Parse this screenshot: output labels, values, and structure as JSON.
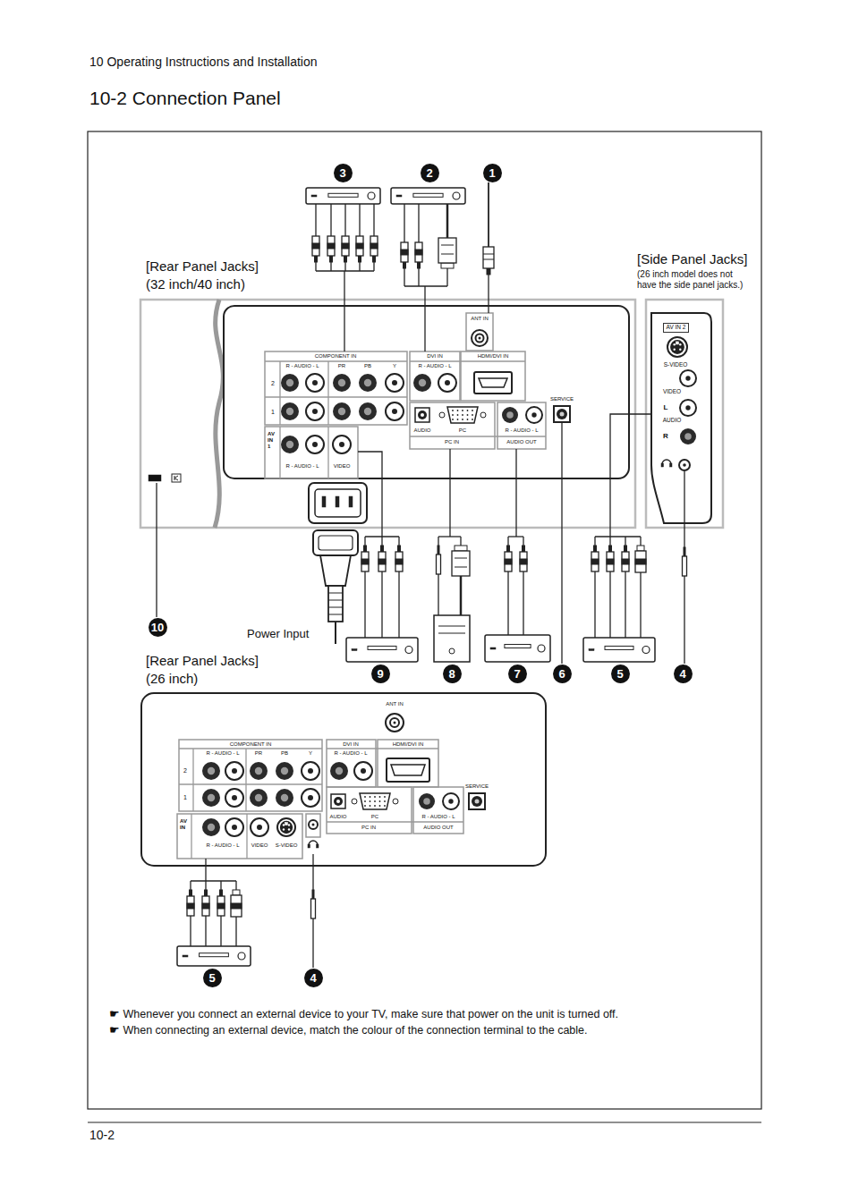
{
  "diagram": {
    "title": "10-2 Connection Panel",
    "nodes": [
      {
        "text": [
          "[Rear Panel Jacks]",
          "(32 inch/40 inch)"
        ]
      },
      {
        "text": [
          "ANT IN"
        ],
        "in": 0
      },
      {
        "text": [
          "COMPONENT IN",
          "R - AUDIO - L",
          "PR",
          "PB",
          "Y",
          "2",
          "1"
        ],
        "in": 0
      },
      {
        "text": [
          "DVI IN",
          "R - AUDIO - L"
        ],
        "in": 0
      },
      {
        "text": [
          "HDMI/DVI IN"
        ],
        "in": 0
      },
      {
        "text": [
          "AV IN 1",
          "R - AUDIO - L",
          "VIDEO"
        ],
        "in": 0
      },
      {
        "text": [
          "AUDIO",
          "PC",
          "PC IN"
        ],
        "in": 0
      },
      {
        "text": [
          "R - AUDIO - L",
          "AUDIO OUT"
        ],
        "in": 0
      },
      {
        "text": [
          "[Side Panel Jacks]",
          "(26 inch model does not have the side panel jacks.)"
        ]
      },
      {
        "text": [
          "AV IN 2"
        ],
        "in": 8
      },
      {
        "text": [
          "[Rear Panel Jacks]",
          "(26 inch)"
        ]
      },
      {
        "text": [
          "COMPONENT IN",
          "R - AUDIO - L",
          "PR",
          "PB",
          "Y",
          "2",
          "1"
        ],
        "in": 10
      },
      {
        "text": [
          "DVI IN",
          "R - AUDIO - L"
        ],
        "in": 10
      },
      {
        "text": [
          "HDMI/DVI IN"
        ],
        "in": 10
      },
      {
        "text": [
          "AUDIO",
          "PC",
          "PC IN"
        ],
        "in": 10
      },
      {
        "text": [
          "R - AUDIO - L",
          "AUDIO OUT"
        ],
        "in": 10
      },
      {
        "text": [
          "AV IN",
          "R - AUDIO - L",
          "VIDEO",
          "S-VIDEO"
        ],
        "in": 10
      },
      {
        "text": [
          "3"
        ]
      },
      {
        "text": [
          "2"
        ]
      },
      {
        "text": [
          "1"
        ]
      },
      {
        "text": [
          "10"
        ]
      },
      {
        "text": [
          "9"
        ]
      },
      {
        "text": [
          "8"
        ]
      },
      {
        "text": [
          "7"
        ]
      },
      {
        "text": [
          "6"
        ]
      },
      {
        "text": [
          "5"
        ]
      },
      {
        "text": [
          "4"
        ]
      },
      {
        "text": [
          "5"
        ]
      },
      {
        "text": [
          "4"
        ]
      }
    ],
    "labels": [
      "10 Operating Instructions and Installation",
      "ANT IN",
      "SERVICE",
      "SERVICE",
      "S-VIDEO",
      "VIDEO",
      "L",
      "AUDIO",
      "R",
      "Power Input",
      "☛ Whenever you connect an external device to your TV, make sure that power on the unit is turned off.",
      "☛ When connecting an external device, match the colour of the connection terminal to the cable.",
      "10-2"
    ]
  }
}
